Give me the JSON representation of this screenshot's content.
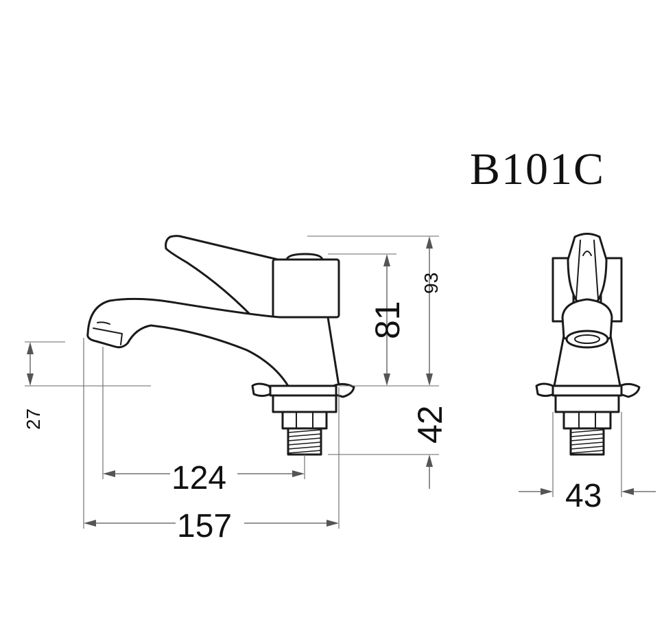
{
  "model": "B101C",
  "dimensions": {
    "overall_height": "93",
    "body_height": "81",
    "shank_length": "42",
    "spout_height": "27",
    "spout_reach": "124",
    "overall_length": "157",
    "width": "43"
  },
  "colors": {
    "line": "#1a1a1a",
    "dimension": "#555555",
    "background": "#ffffff"
  }
}
